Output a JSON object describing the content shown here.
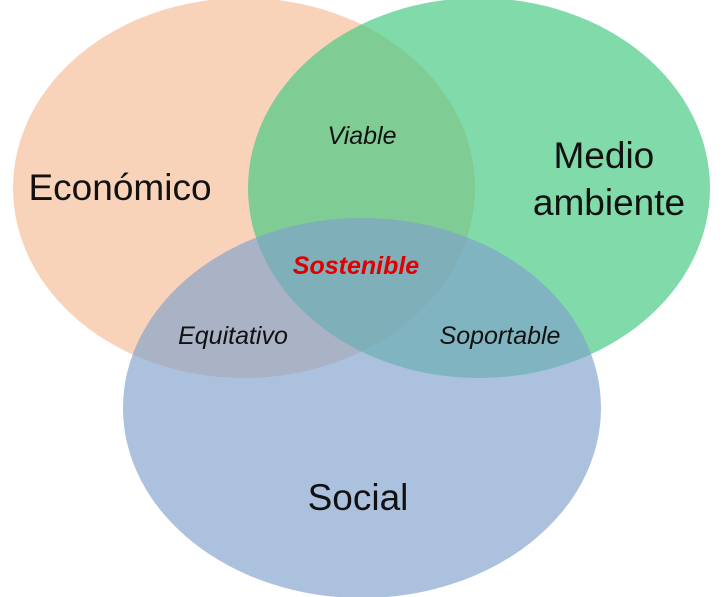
{
  "diagram": {
    "type": "venn",
    "sets": [
      {
        "id": "economico",
        "label": "Económico",
        "color": "#F8CBAD",
        "opacity": 0.85
      },
      {
        "id": "medio-ambiente",
        "label_lines": [
          "Medio",
          "ambiente"
        ],
        "color": "#4CCB85",
        "opacity": 0.7
      },
      {
        "id": "social",
        "label": "Social",
        "color": "#7F9FCC",
        "opacity": 0.65
      }
    ],
    "overlaps": {
      "economico_medio_ambiente": "Viable",
      "economico_social": "Equitativo",
      "medio_ambiente_social": "Soportable",
      "all": "Sostenible"
    },
    "center_color": "#E00000"
  }
}
